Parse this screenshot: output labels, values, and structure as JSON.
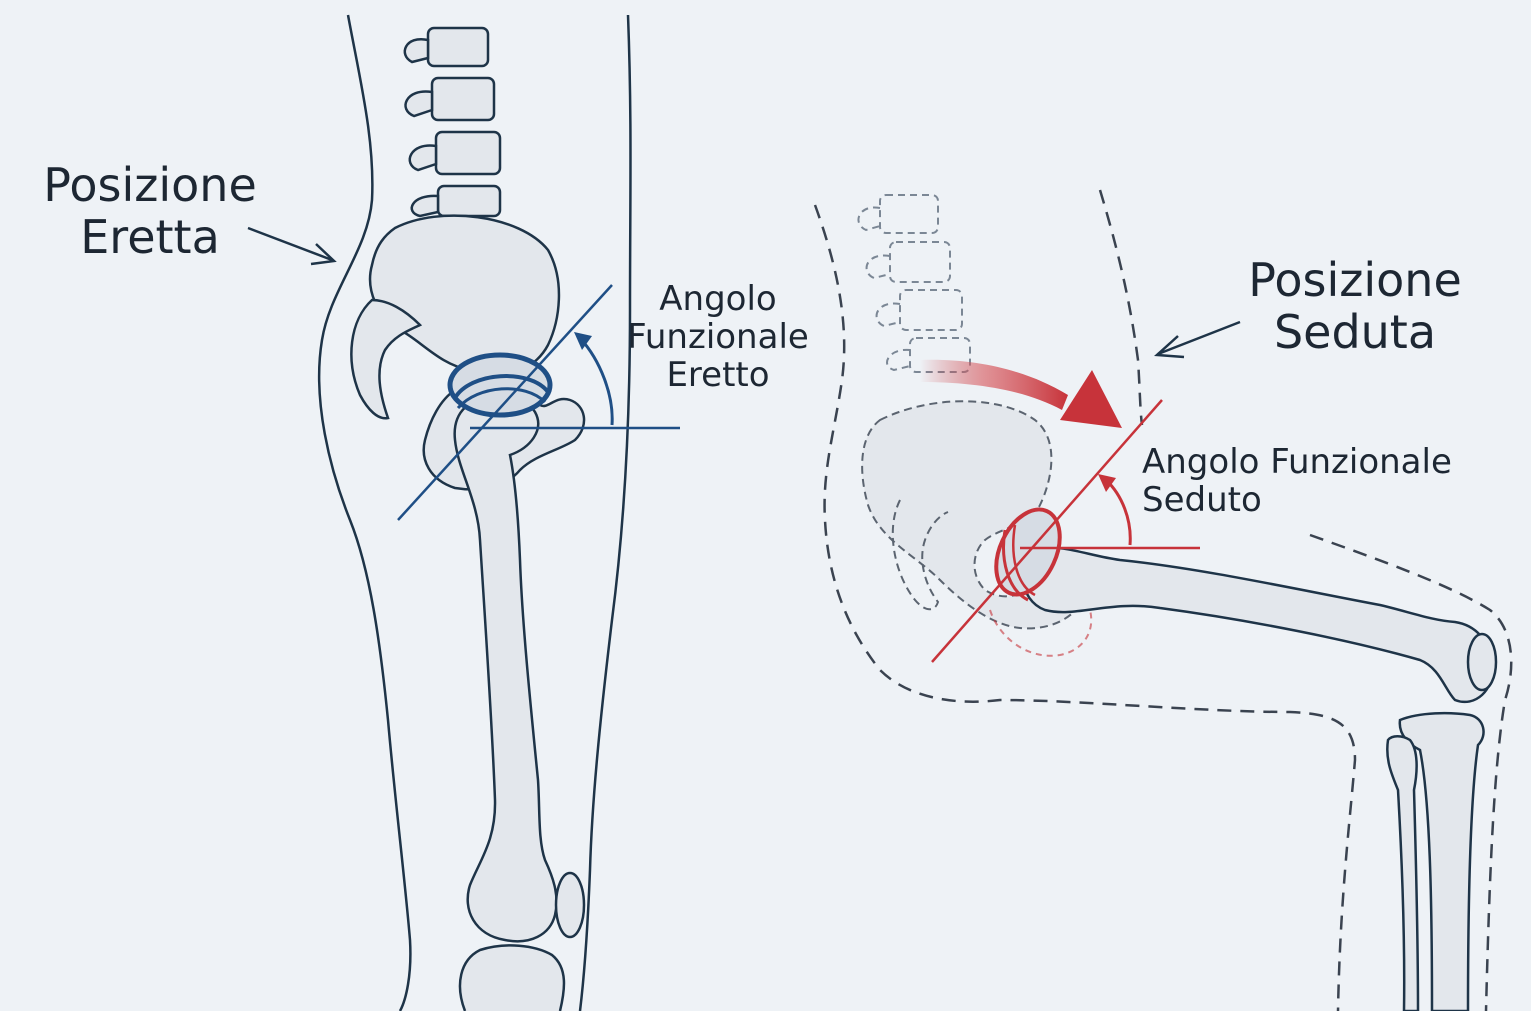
{
  "labels": {
    "upright_position": {
      "line1": "Posizione",
      "line2": "Eretta"
    },
    "seated_position": {
      "line1": "Posizione",
      "line2": "Seduta"
    },
    "upright_angle": {
      "line1": "Angolo",
      "line2": "Funzionale",
      "line3": "Eretto"
    },
    "seated_angle": {
      "line1": "Angolo Funzionale",
      "line2": "Seduto"
    }
  },
  "colors": {
    "background": "#eef2f6",
    "outline": "#1e3448",
    "bone_fill": "#e3e7ec",
    "upright_accent": "#1f4f86",
    "seated_accent": "#c7333a",
    "text": "#1d2733"
  }
}
